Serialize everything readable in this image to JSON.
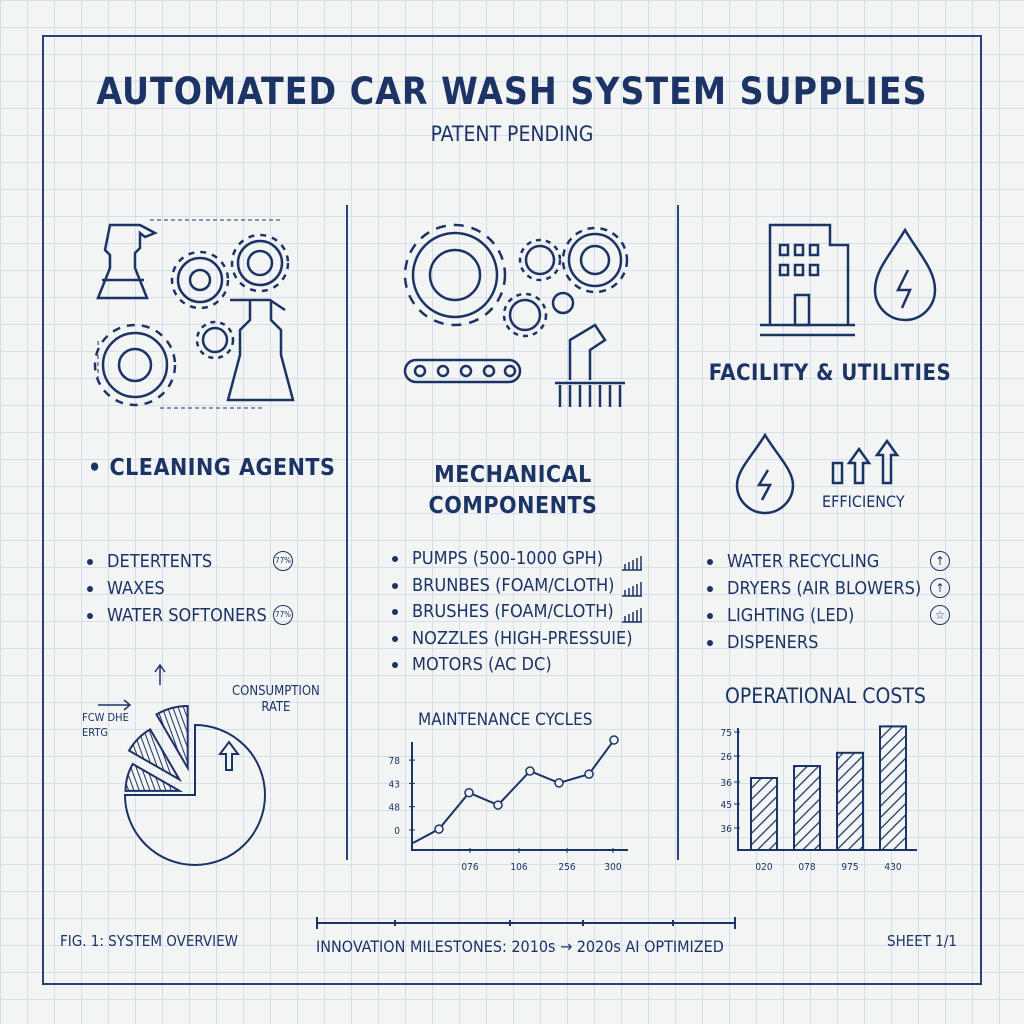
{
  "header": {
    "title": "AUTOMATED CAR WASH SYSTEM SUPPLIES",
    "subtitle": "PATENT PENDING"
  },
  "colors": {
    "ink": "#1c3366",
    "paper": "#f3f4f4",
    "grid": "#d6dfe9"
  },
  "cleaning": {
    "heading": "CLEANING AGENTS",
    "icons": [
      "spray-bottle-icon",
      "gear-icon",
      "flask-icon"
    ],
    "items": [
      {
        "label": "DETERTENTS",
        "badge": "77%"
      },
      {
        "label": "WAXES",
        "badge": ""
      },
      {
        "label": "WATER SOFTONERS",
        "badge": "77%"
      }
    ],
    "pie": {
      "label_left": [
        "FCW DHE",
        "ERTG"
      ],
      "label_right": [
        "CONSUMPTION",
        "RATE"
      ],
      "slices": [
        0.75,
        0.083,
        0.083,
        0.084
      ]
    }
  },
  "mechanical": {
    "heading": [
      "MECHANICAL",
      "COMPONENTS"
    ],
    "icons": [
      "gear-icon",
      "conveyor-icon",
      "robot-arm-brush-icon",
      "bar-chart-icon"
    ],
    "items": [
      "PUMPS (500-1000 GPH)",
      "BRUNBES (FOAM/CLOTH)",
      "BRUSHES (FOAM/CLOTH)",
      "NOZZLES (HIGH-PRESSUIE)",
      "MOTORS (AC DC)"
    ],
    "chart_title": "MAINTENANCE CYCLES"
  },
  "facility": {
    "heading": "FACILITY & UTILITIES",
    "icons": [
      "building-icon",
      "water-energy-drop-icon",
      "arrow-up-icon"
    ],
    "efficiency": "EFFICIENCY",
    "items": [
      {
        "label": "WATER RECYCLING",
        "icon": "arrow-up-circle-icon"
      },
      {
        "label": "DRYERS (AIR BLOWERS)",
        "icon": "arrow-up-circle-icon"
      },
      {
        "label": "LIGHTING (LED)",
        "icon": "star-circle-icon"
      },
      {
        "label": "DISPENERS",
        "icon": ""
      }
    ],
    "chart_title": "OPERATIONAL COSTS"
  },
  "chart_data": [
    {
      "type": "line",
      "title": "MAINTENANCE CYCLES",
      "yticks": [
        "0",
        "48",
        "43",
        "78"
      ],
      "xticks": [
        "076",
        "106",
        "256",
        "300"
      ],
      "points_level": [
        -0.56,
        0.04,
        1.6,
        1.07,
        2.53,
        2.02,
        2.4,
        3.86
      ],
      "markers_from_index": 1,
      "grid": false
    },
    {
      "type": "bar",
      "title": "OPERATIONAL COSTS",
      "yticks": [
        "36",
        "45",
        "36",
        "26",
        "75"
      ],
      "categories": [
        "020",
        "078",
        "975",
        "430"
      ],
      "values_fraction_of_axis": [
        0.6,
        0.7,
        0.81,
        1.03
      ],
      "hatched": true
    },
    {
      "type": "pie",
      "labels": [
        "FCW DHE ERTG",
        "CONSUMPTION RATE"
      ],
      "slices": [
        0.75,
        0.083,
        0.083,
        0.084
      ]
    }
  ],
  "footer": {
    "figure": "FIG. 1: SYSTEM OVERVIEW",
    "milestones": "INNOVATION MILESTONES: 2010s → 2020s AI OPTIMIZED",
    "sheet": "SHEET 1/1"
  }
}
